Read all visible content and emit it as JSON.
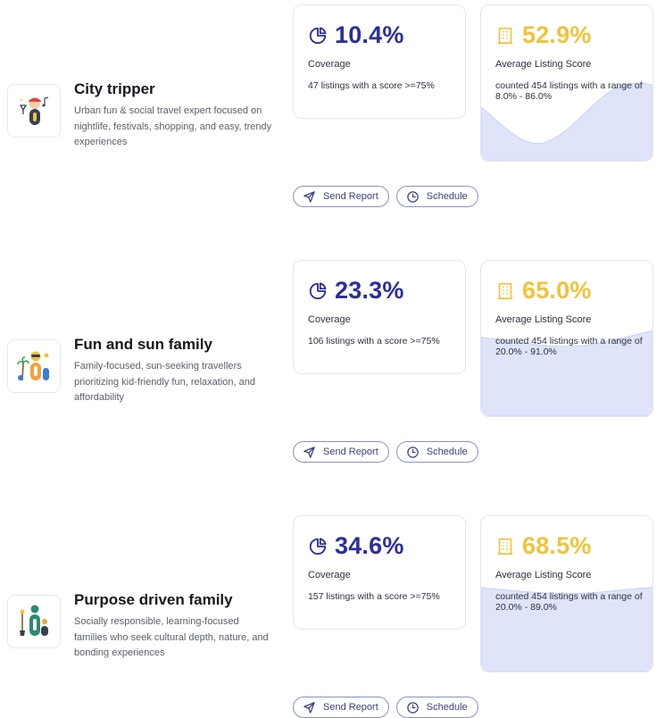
{
  "personas": [
    {
      "title": "City tripper",
      "description": "Urban fun & social travel expert focused on nightlife, festivals, shopping, and easy, trendy experiences",
      "coverage": {
        "value": "10.4%",
        "label": "Coverage",
        "detail": "47 listings with a score >=75%"
      },
      "score": {
        "value": "52.9%",
        "label": "Average Listing Score",
        "detail": "counted 454 listings with a range of 8.0% - 86.0%"
      },
      "actions": {
        "send_report": "Send Report",
        "schedule": "Schedule"
      }
    },
    {
      "title": "Fun and sun family",
      "description": "Family-focused, sun-seeking travellers prioritizing kid-friendly fun, relaxation, and affordability",
      "coverage": {
        "value": "23.3%",
        "label": "Coverage",
        "detail": "106 listings with a score >=75%"
      },
      "score": {
        "value": "65.0%",
        "label": "Average Listing Score",
        "detail": "counted 454 listings with a range of 20.0% - 91.0%"
      },
      "actions": {
        "send_report": "Send Report",
        "schedule": "Schedule"
      }
    },
    {
      "title": "Purpose driven family",
      "description": "Socially responsible, learning-focused families who seek cultural depth, nature, and bonding experiences",
      "coverage": {
        "value": "34.6%",
        "label": "Coverage",
        "detail": "157 listings with a score >=75%"
      },
      "score": {
        "value": "68.5%",
        "label": "Average Listing Score",
        "detail": "counted 454 listings with a range of 20.0% - 89.0%"
      },
      "actions": {
        "send_report": "Send Report",
        "schedule": "Schedule"
      }
    }
  ],
  "colors": {
    "coverage_accent": "#2c2e9a",
    "score_accent": "#f1c33c",
    "area_fill": "#dfe4fb",
    "area_stroke": "#c9d1f6",
    "pill_border": "#8a91c9"
  },
  "icons": {
    "coverage": "pie-chart-icon",
    "score": "building-icon",
    "send_report": "send-icon",
    "schedule": "clock-icon"
  }
}
